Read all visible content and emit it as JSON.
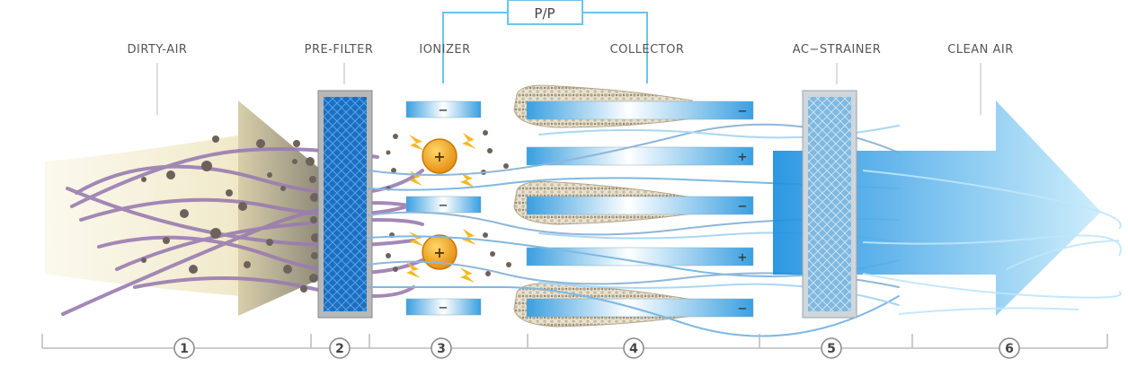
{
  "power_label": "P/P",
  "stages": [
    {
      "label": "DIRTY-AIR",
      "number": "1"
    },
    {
      "label": "PRE-FILTER",
      "number": "2"
    },
    {
      "label": "IONIZER",
      "number": "3"
    },
    {
      "label": "COLLECTOR",
      "number": "4"
    },
    {
      "label": "AC−STRAINER",
      "number": "5"
    },
    {
      "label": "CLEAN AIR",
      "number": "6"
    }
  ],
  "ionizer_plate_sign": "−",
  "ion_sign": "+",
  "collector_plate_signs": [
    "−",
    "+",
    "−",
    "+",
    "−"
  ],
  "colors": {
    "dirty_air": "#efe6c0",
    "smoke_strands": "#9a7cb0",
    "filter_blue": "#1b6fc2",
    "plate_blue": "#8fd0f0",
    "ion_orange": "#f2a31b",
    "clean_air": "#6ec6f0",
    "dust": "#6d625b"
  }
}
